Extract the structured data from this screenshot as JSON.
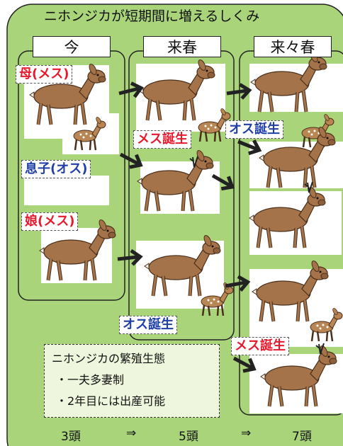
{
  "title": "ニホンジカが短期間に増えるしくみ",
  "columns": [
    "今",
    "来春",
    "来々春"
  ],
  "labels": {
    "mother": "母(メス)",
    "son": "息子(オス)",
    "daughter": "娘(メス)",
    "birth_female_1": "メス誕生",
    "birth_male_1": "オス誕生",
    "birth_male_2": "オス誕生",
    "birth_female_2": "メス誕生"
  },
  "note": {
    "title": "ニホンジカの繁殖生態",
    "items": [
      "・一夫多妻制",
      "・2年目には出産可能"
    ]
  },
  "counts": {
    "now": "3頭",
    "arrow1": "⇒",
    "spring": "5頭",
    "arrow2": "⇒",
    "next_spring": "7頭"
  },
  "colors": {
    "background_panel": "#a9d47a",
    "female": "#e8192c",
    "male": "#1f3fa6",
    "deer_body": "#a57349"
  }
}
